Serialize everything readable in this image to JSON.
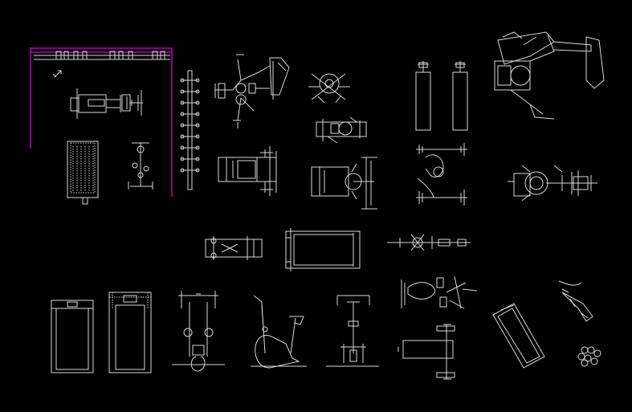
{
  "drawing": {
    "background": "#000000",
    "line_color": "#d8d8d8",
    "accent_color": "#b400b4",
    "symbols": [
      "dumbbell-rack-area",
      "weight-plate-tree",
      "dumbbell-rack",
      "multi-station-gym",
      "leg-press-machine",
      "chest-press-machine",
      "punching-bags",
      "cable-crossover-machine",
      "treadmill",
      "exercise-bike",
      "weight-bench",
      "rowing-machine",
      "stair-climber",
      "elliptical-trainer"
    ]
  }
}
